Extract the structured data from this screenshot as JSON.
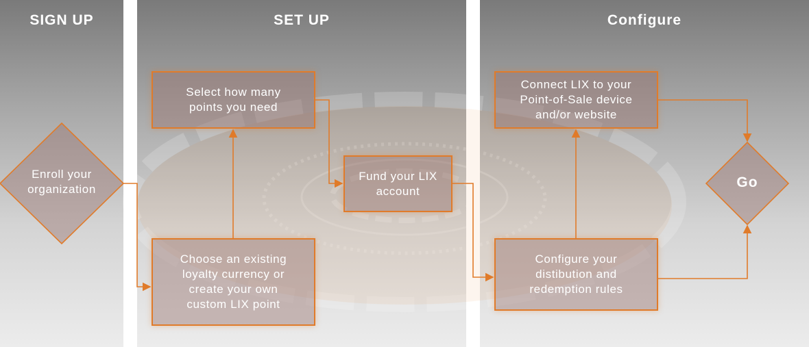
{
  "lanes": {
    "signup": {
      "title": "SIGN UP"
    },
    "setup": {
      "title": "SET UP"
    },
    "configure": {
      "title": "Configure"
    }
  },
  "steps": {
    "enroll": "Enroll your\norganization",
    "select_points": "Select how many\npoints you need",
    "choose_currency": "Choose an existing\nloyalty currency or\ncreate your own\ncustom LIX point",
    "fund_account": "Fund your LIX\naccount",
    "connect_lix": "Connect LIX to your\nPoint-of-Sale device\nand/or website",
    "configure_rules": "Configure your\ndistibution and\nredemption rules",
    "go": "Go"
  },
  "colors": {
    "accent": "#e07b2a",
    "box_fill": "#96706c",
    "lane_top": "#7a7a7a",
    "lane_bottom": "#ececec"
  }
}
